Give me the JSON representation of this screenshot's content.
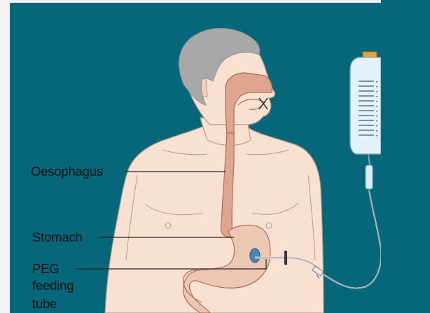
{
  "diagram": {
    "labels": {
      "oesophagus": "Oesophagus",
      "stomach": "Stomach",
      "peg_line1": "PEG",
      "peg_line2": "feeding",
      "peg_line3": "tube"
    },
    "colors": {
      "page_background": "#f2f2f2",
      "panel_background": "#06677a",
      "skin": "#f9e1d1",
      "skin_outline": "#b99a89",
      "hair": "#a8a8a8",
      "tract": "#e0a58e",
      "tract_outline": "#b26a55",
      "stomach": "#ecc7b3",
      "tube": "#cccccc",
      "bag": "#e3f1fa",
      "leader_line": "#222222"
    }
  }
}
